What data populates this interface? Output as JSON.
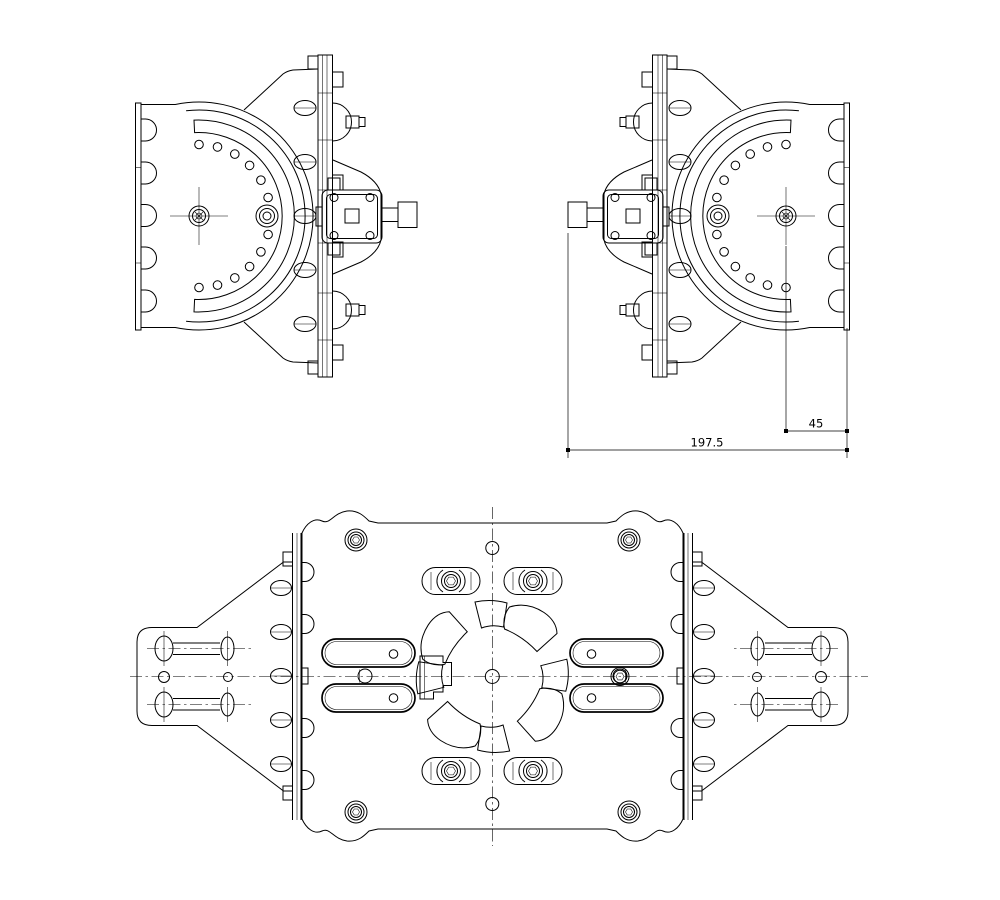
{
  "drawing": {
    "type": "engineering-cad-drawing",
    "description": "Three-view orthographic CAD drawing of a pivoting mount bracket assembly: left side view, mirrored right side view with linear dimensions, and bottom plan view with rotational cam slots",
    "colors": {
      "line": "#000000",
      "background": "#ffffff"
    }
  },
  "views": {
    "side_left": {
      "label": "side-view-left"
    },
    "side_right": {
      "label": "side-view-right"
    },
    "plan": {
      "label": "plan-view"
    }
  },
  "dims": {
    "d45": {
      "label": "45"
    },
    "d197": {
      "label": "197.5"
    }
  }
}
